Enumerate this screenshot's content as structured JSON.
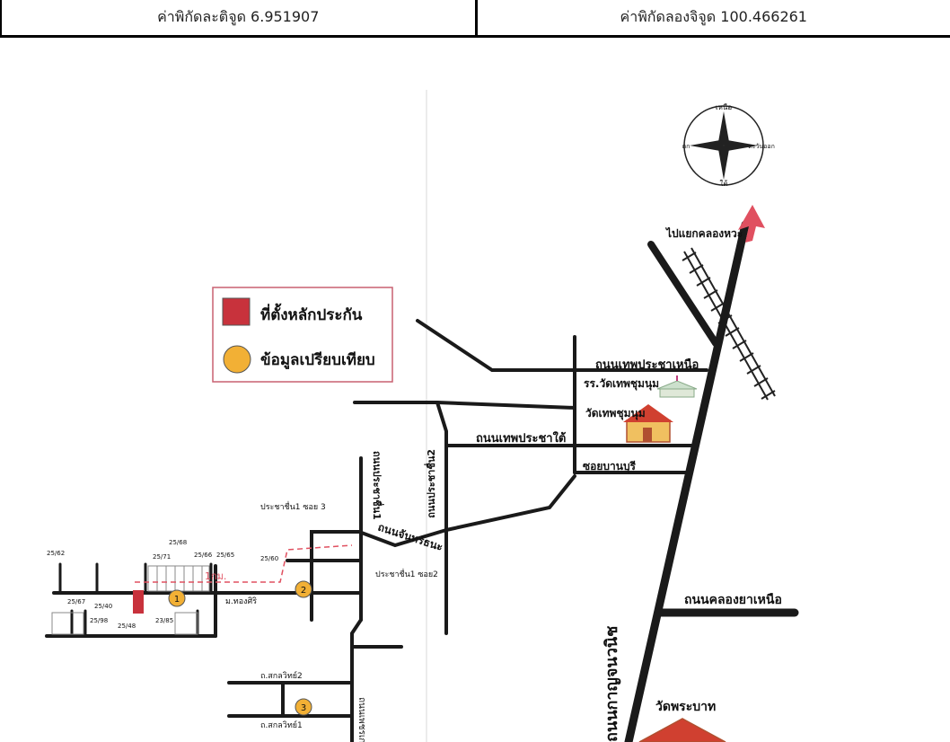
{
  "header": {
    "lat_text": "ค่าพิกัดละติจูด 6.951907",
    "lon_text": "ค่าพิกัดลองจิจูด 100.466261"
  },
  "compass": {
    "north": "เหนือ",
    "south": "ใต้",
    "east": "ตะวันออก",
    "west": "ตก"
  },
  "legend": {
    "collateral": "ที่ตั้งหลักประกัน",
    "comparison": "ข้อมูลเปรียบเทียบ"
  },
  "roads": {
    "to_khlong_hoi": "ไปแยกคลองหวะ",
    "thep_pracha_north": "ถนนเทพประชาเหนือ",
    "school": "รร.วัดเทพชุมนุม",
    "temple_thep": "วัดเทพชุมนุม",
    "thep_pracha_south": "ถนนเทพประชาใต้",
    "soi_banburi": "ซอยบานบุรี",
    "pracha_chuen_1": "ถนนประชาชื่น1",
    "pracha_chuen_2": "ถนนประชาชื่น2",
    "pracha_soi3": "ประชาชื่น1 ซอย 3",
    "chansatharana": "ถนนจันทร์ธนะ",
    "pracha_soi2": "ประชาชื่น1 ซอย2",
    "mu_thongsiri": "ม.ทองศิริ",
    "khlong_ya_north": "ถนนคลองยาเหนือ",
    "kanchanawanich": "ถนนกาญจนวนิช",
    "wat_phra_bat": "วัดพระบาท",
    "sakon_soi2": "ถ.สกลวิทย์2",
    "sakon_soi1": "ถ.สกลวิทย์1",
    "phetkasem": "ถนนเพชรเกษม",
    "distance": "1กม."
  },
  "plots": [
    "25/62",
    "25/68",
    "25/71",
    "25/66",
    "25/65",
    "25/60",
    "25/67",
    "25/40",
    "25/98",
    "25/48",
    "23/85"
  ],
  "markers": [
    "1",
    "2",
    "3"
  ],
  "colors": {
    "collateral": "#c8323c",
    "comparison": "#f2b035",
    "route": "#e05060",
    "road": "#1a1a1a"
  }
}
